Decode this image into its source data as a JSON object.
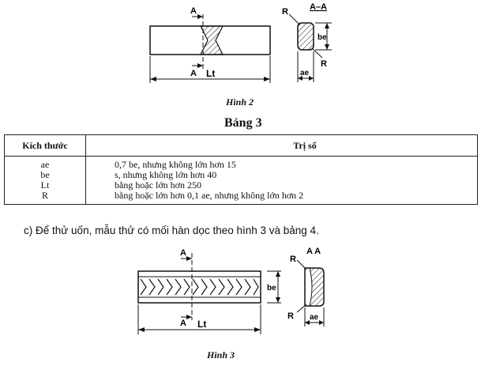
{
  "figure2": {
    "caption": "Hình 2",
    "section_top": "A",
    "section_bottom": "A",
    "section_title": "A–A",
    "radius_top": "R",
    "radius_bottom": "R",
    "dim_length": "Lt",
    "dim_thickness": "be",
    "dim_width": "ae"
  },
  "table3": {
    "title": "Bảng 3",
    "headers": [
      "Kích thước",
      "Trị số"
    ],
    "rows": [
      {
        "symbol": "ae",
        "value": "0,7 be, nhưng không lớn hơn 15"
      },
      {
        "symbol": "be",
        "value": "s, nhưng không lớn hơn 40"
      },
      {
        "symbol": "Lt",
        "value": "bằng hoặc lớn hơn 250"
      },
      {
        "symbol": "R",
        "value": "bằng hoặc lớn hơn 0,1 ae, nhưng không lớn hơn 2"
      }
    ]
  },
  "paragraph": "c) Để thử uốn, mẫu thử có mối hàn dọc theo hình 3 và bảng 4.",
  "figure3": {
    "caption": "Hình 3",
    "section_top": "A",
    "section_bottom": "A",
    "section_title": "A A",
    "radius_top": "R",
    "radius_bottom": "R",
    "dim_length": "Lt",
    "dim_thickness": "be",
    "dim_width": "ae"
  }
}
